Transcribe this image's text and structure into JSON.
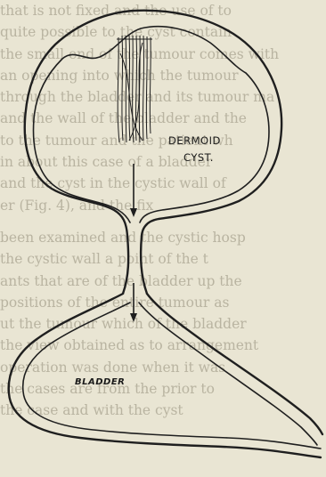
{
  "labels": {
    "dermoid": "DERMOID",
    "cyst": "CYST.",
    "bladder": "BLADDER"
  },
  "background_text_lines": [
    "that is not fixed and the use of to",
    "quite possible to the cyst contain",
    "the small end of the tumour comes with",
    "an opening into which the tumour",
    "through the bladder and its tumour ma",
    "and the wall of the bladder and the",
    "to the tumour and the patient wh",
    "in about this case of a bladder",
    "and the cyst in the cystic wall of",
    "er (Fig. 4), and the fix",
    "",
    "been examined and the cystic hosp",
    "the cystic wall a point of the t",
    "ants that are of the bladder up the",
    "positions of the entire tumour as",
    "ut the tumour which of the bladder",
    "the view obtained as to arrangement",
    "operation was done when it was",
    "the cases are from the prior to",
    "the case and with the cyst"
  ]
}
